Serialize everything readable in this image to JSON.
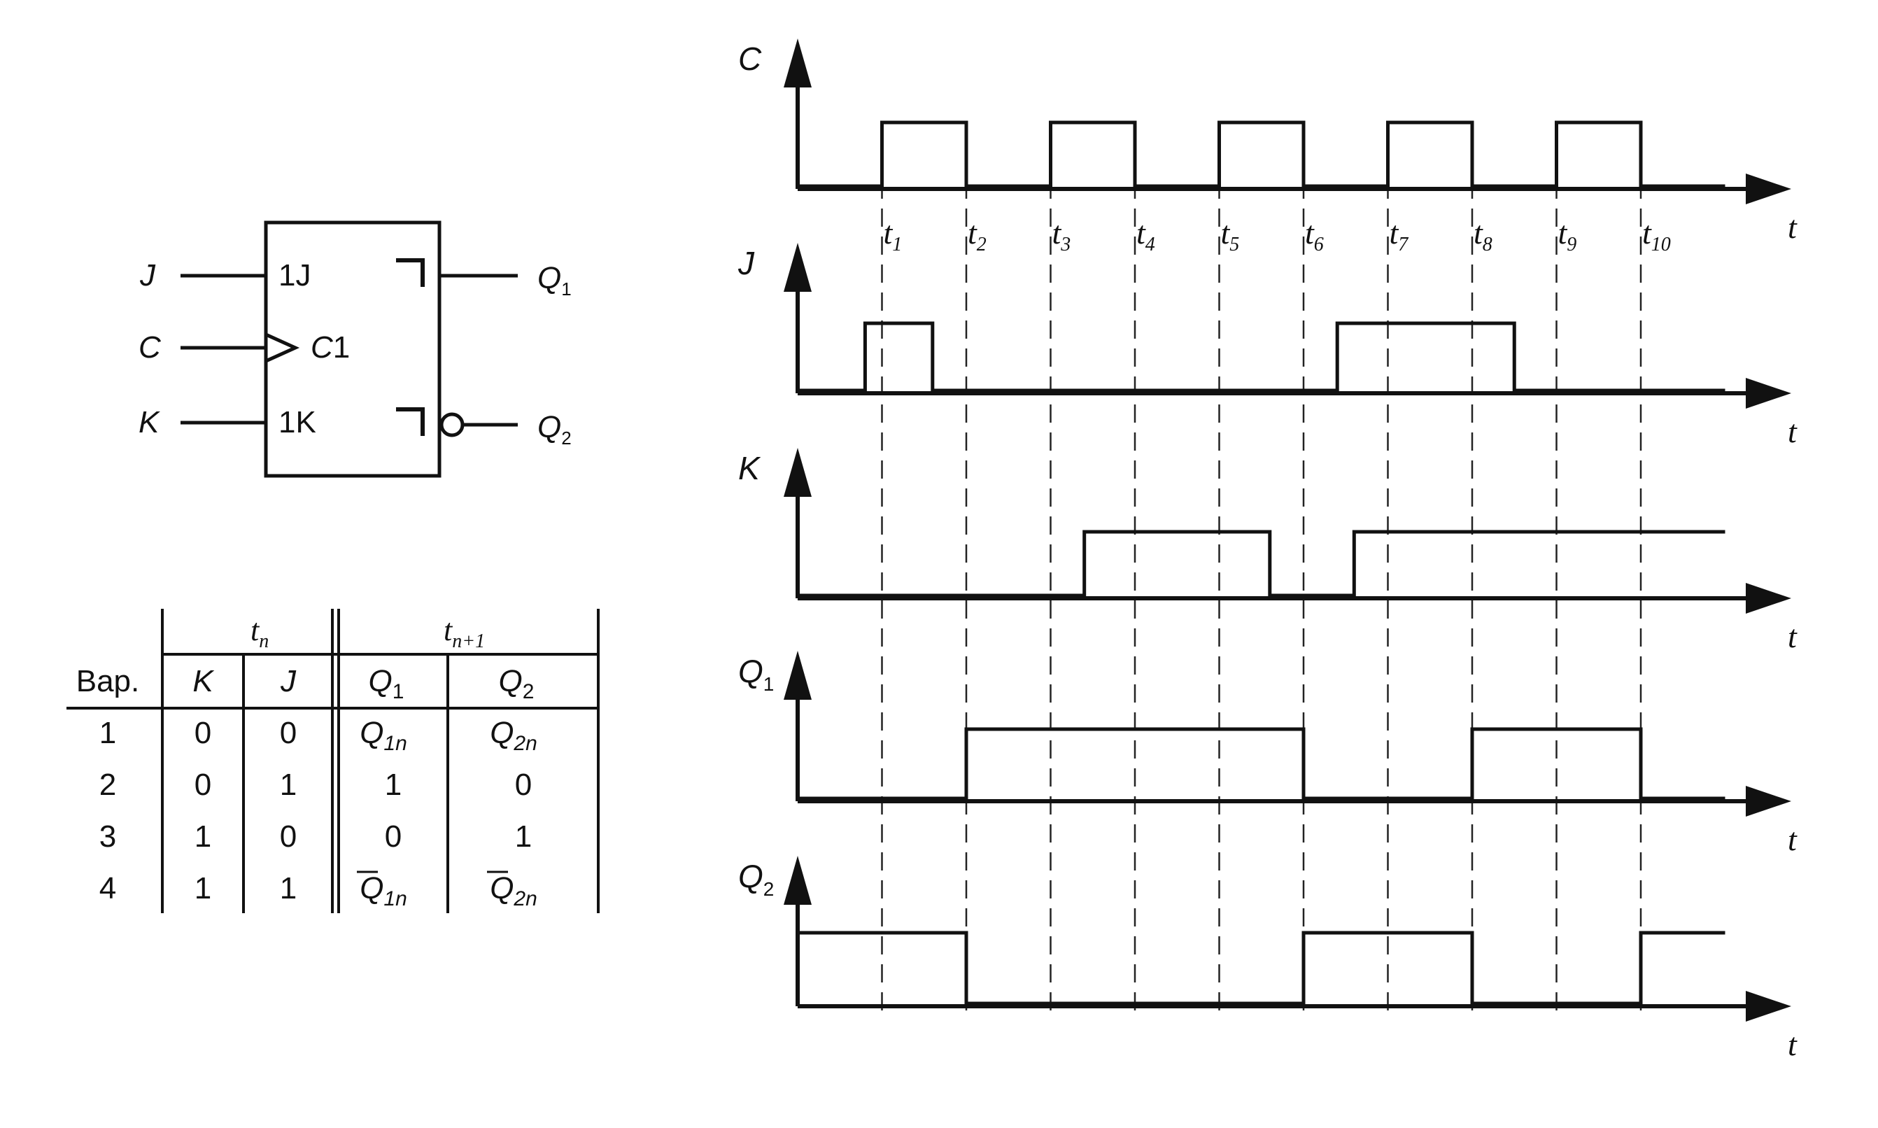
{
  "flipflop": {
    "inputs": [
      "J",
      "C",
      "K"
    ],
    "pins": {
      "j": "1J",
      "c_prefix": "C",
      "c_index": "1",
      "k": "1K"
    },
    "outputs": [
      {
        "main": "Q",
        "sub": "1"
      },
      {
        "main": "Q",
        "sub": "2"
      }
    ]
  },
  "truth_table": {
    "group_headers": [
      {
        "main": "t",
        "sub": "n"
      },
      {
        "main": "t",
        "sub": "n+1"
      }
    ],
    "columns": [
      "Bap.",
      "K",
      "J",
      "Q1",
      "Q2"
    ],
    "column_headers": [
      {
        "main": "Bap.",
        "sub": ""
      },
      {
        "main": "K",
        "sub": ""
      },
      {
        "main": "J",
        "sub": ""
      },
      {
        "main": "Q",
        "sub": "1"
      },
      {
        "main": "Q",
        "sub": "2"
      }
    ],
    "rows": [
      [
        {
          "main": "1",
          "sub": "",
          "bar": false
        },
        {
          "main": "0",
          "sub": "",
          "bar": false
        },
        {
          "main": "0",
          "sub": "",
          "bar": false
        },
        {
          "main": "Q",
          "sub": "1n",
          "bar": false
        },
        {
          "main": "Q",
          "sub": "2n",
          "bar": false
        }
      ],
      [
        {
          "main": "2",
          "sub": "",
          "bar": false
        },
        {
          "main": "0",
          "sub": "",
          "bar": false
        },
        {
          "main": "1",
          "sub": "",
          "bar": false
        },
        {
          "main": "1",
          "sub": "",
          "bar": false
        },
        {
          "main": "0",
          "sub": "",
          "bar": false
        }
      ],
      [
        {
          "main": "3",
          "sub": "",
          "bar": false
        },
        {
          "main": "1",
          "sub": "",
          "bar": false
        },
        {
          "main": "0",
          "sub": "",
          "bar": false
        },
        {
          "main": "0",
          "sub": "",
          "bar": false
        },
        {
          "main": "1",
          "sub": "",
          "bar": false
        }
      ],
      [
        {
          "main": "4",
          "sub": "",
          "bar": false
        },
        {
          "main": "1",
          "sub": "",
          "bar": false
        },
        {
          "main": "1",
          "sub": "",
          "bar": false
        },
        {
          "main": "Q",
          "sub": "1n",
          "bar": true
        },
        {
          "main": "Q",
          "sub": "2n",
          "bar": true
        }
      ]
    ]
  },
  "timing": {
    "time_axis_label": "t",
    "time_marks": [
      {
        "main": "t",
        "sub": "1"
      },
      {
        "main": "t",
        "sub": "2"
      },
      {
        "main": "t",
        "sub": "3"
      },
      {
        "main": "t",
        "sub": "4"
      },
      {
        "main": "t",
        "sub": "5"
      },
      {
        "main": "t",
        "sub": "6"
      },
      {
        "main": "t",
        "sub": "7"
      },
      {
        "main": "t",
        "sub": "8"
      },
      {
        "main": "t",
        "sub": "9"
      },
      {
        "main": "t",
        "sub": "10"
      }
    ],
    "time_end": 11,
    "signals": [
      {
        "main": "C",
        "sub": "",
        "levels": [
          [
            0,
            0
          ],
          [
            1,
            1
          ],
          [
            2,
            0
          ],
          [
            3,
            1
          ],
          [
            4,
            0
          ],
          [
            5,
            1
          ],
          [
            6,
            0
          ],
          [
            7,
            1
          ],
          [
            8,
            0
          ],
          [
            9,
            1
          ],
          [
            10,
            0
          ]
        ]
      },
      {
        "main": "J",
        "sub": "",
        "levels": [
          [
            0,
            0
          ],
          [
            0.8,
            1
          ],
          [
            1.6,
            0
          ],
          [
            6.4,
            1
          ],
          [
            8.5,
            0
          ]
        ]
      },
      {
        "main": "K",
        "sub": "",
        "levels": [
          [
            0,
            0
          ],
          [
            3.4,
            1
          ],
          [
            5.6,
            0
          ],
          [
            6.6,
            1
          ]
        ]
      },
      {
        "main": "Q",
        "sub": "1",
        "levels": [
          [
            0,
            0
          ],
          [
            2,
            1
          ],
          [
            6,
            0
          ],
          [
            8,
            1
          ],
          [
            10,
            0
          ]
        ]
      },
      {
        "main": "Q",
        "sub": "2",
        "levels": [
          [
            0,
            1
          ],
          [
            2,
            0
          ],
          [
            6,
            1
          ],
          [
            8,
            0
          ],
          [
            10,
            1
          ]
        ]
      }
    ]
  }
}
